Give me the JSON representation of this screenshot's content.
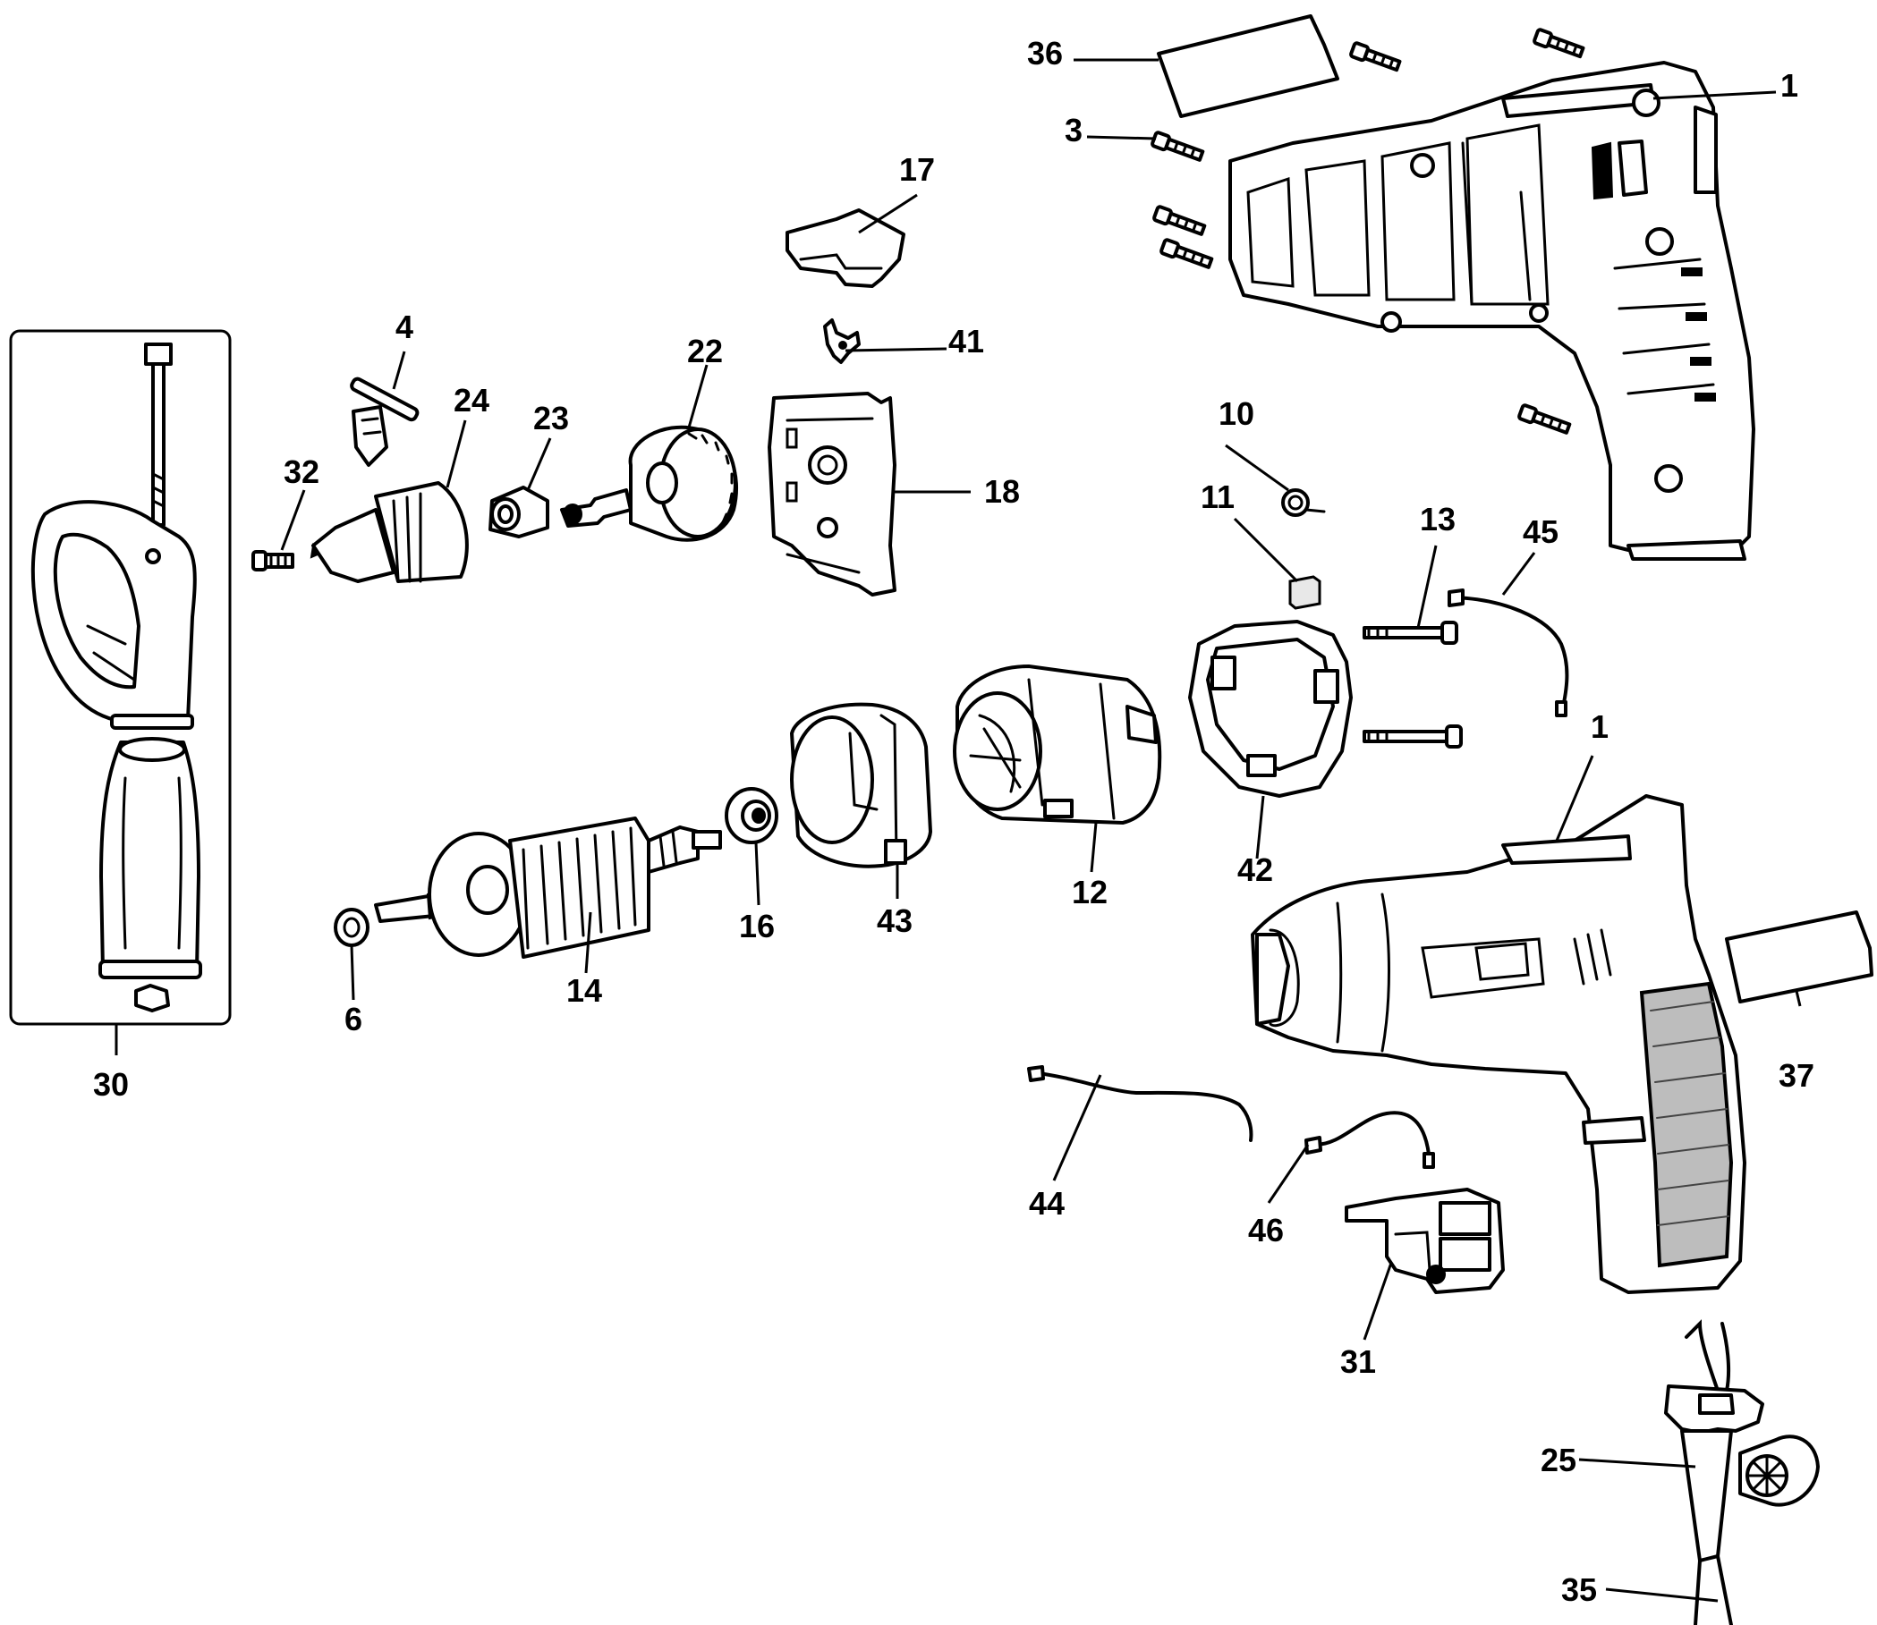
{
  "callouts": {
    "n1_top": "1",
    "n1_bottom": "1",
    "n3": "3",
    "n4": "4",
    "n6": "6",
    "n10": "10",
    "n11": "11",
    "n12": "12",
    "n13": "13",
    "n14": "14",
    "n16": "16",
    "n17": "17",
    "n18": "18",
    "n22": "22",
    "n23": "23",
    "n24": "24",
    "n25": "25",
    "n30": "30",
    "n31": "31",
    "n32": "32",
    "n35": "35",
    "n36": "36",
    "n37": "37",
    "n41": "41",
    "n42": "42",
    "n43": "43",
    "n44": "44",
    "n45": "45",
    "n46": "46"
  }
}
